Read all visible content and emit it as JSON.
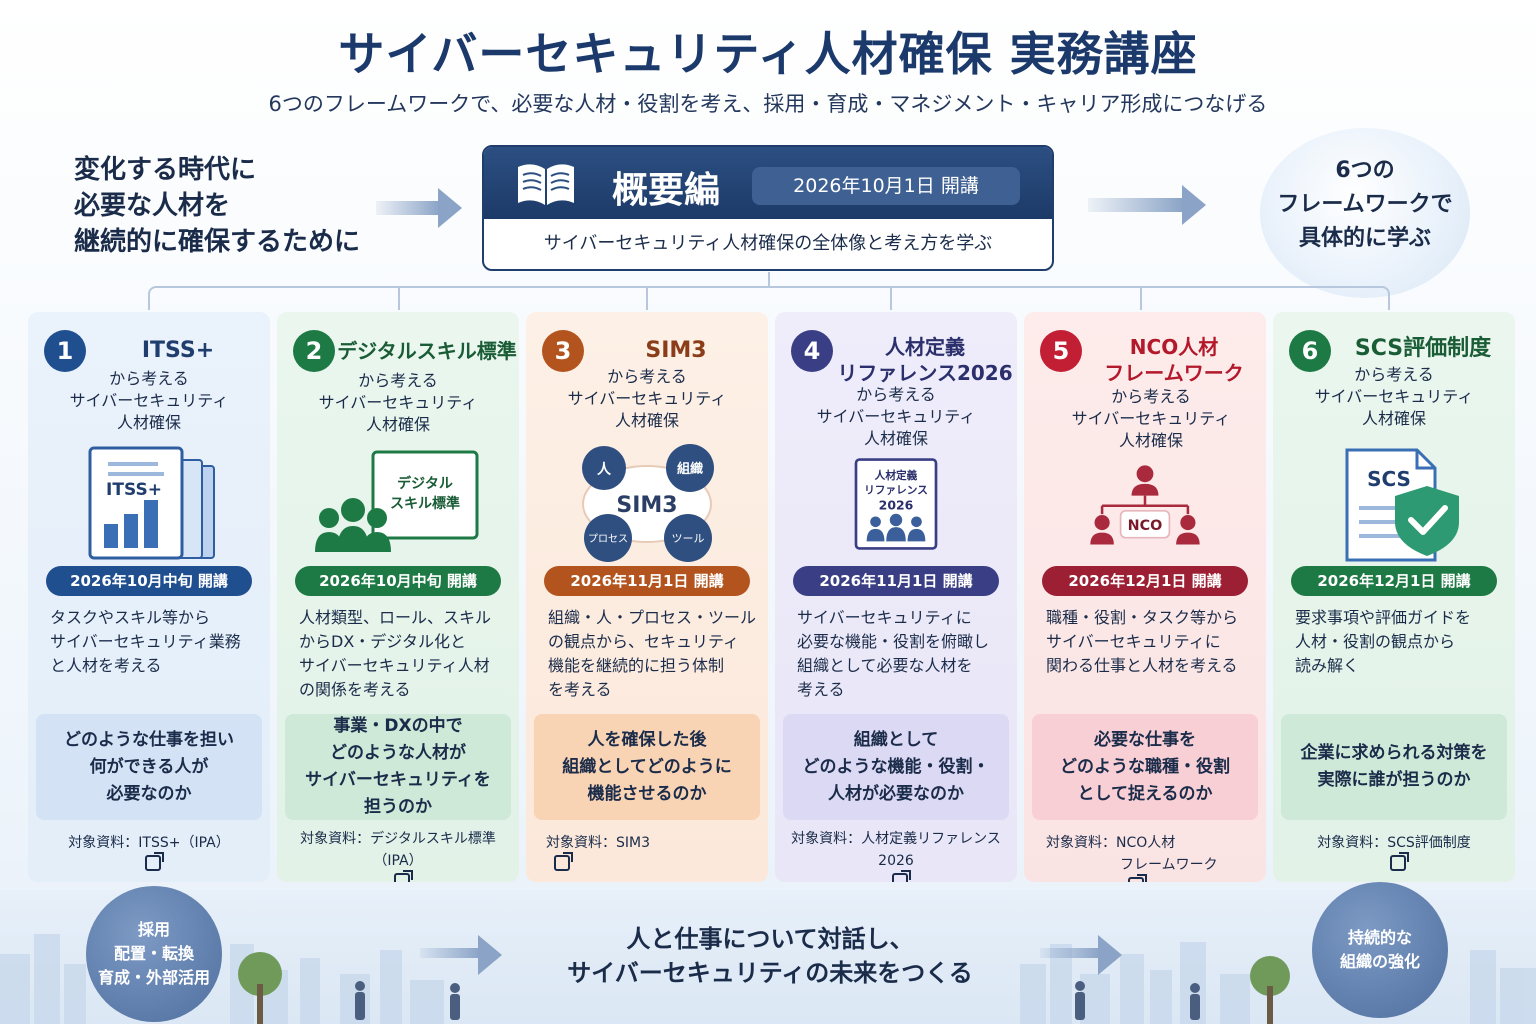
{
  "title": "サイバーセキュリティ人材確保 実務講座",
  "subtitle": "6つのフレームワークで、必要な人材・役割を考え、採用・育成・マネジメント・キャリア形成につなげる",
  "lead": [
    "変化する時代に",
    "必要な人材を",
    "継続的に確保するために"
  ],
  "overview": {
    "name": "概要編",
    "date": "2026年10月1日 開講",
    "desc": "サイバーセキュリティ人材確保の全体像と考え方を学ぶ"
  },
  "bubble": [
    "6つの",
    "フレームワークで",
    "具体的に学ぶ"
  ],
  "cards": [
    {
      "num": "1",
      "name": [
        "ITSS+"
      ],
      "from": [
        "から考える",
        "サイバーセキュリティ",
        "人材確保"
      ],
      "illus_label": "ITSS+",
      "date": "2026年10月中旬 開講",
      "desc": [
        "タスクやスキル等から",
        "サイバーセキュリティ業務",
        "と人材を考える"
      ],
      "question": [
        "どのような仕事を担い",
        "何ができる人が",
        "必要なのか"
      ],
      "source": [
        "対象資料：ITSS+（IPA）"
      ],
      "color": "#1f4f8f"
    },
    {
      "num": "2",
      "name": [
        "デジタルスキル標準"
      ],
      "from": [
        "から考える",
        "サイバーセキュリティ",
        "人材確保"
      ],
      "illus_label": [
        "デジタル",
        "スキル標準"
      ],
      "date": "2026年10月中旬 開講",
      "desc": [
        "人材類型、ロール、スキル",
        "からDX・デジタル化と",
        "サイバーセキュリティ人材",
        "の関係を考える"
      ],
      "question": [
        "事業・DXの中で",
        "どのような人材が",
        "サイバーセキュリティを",
        "担うのか"
      ],
      "source": [
        "対象資料：デジタルスキル標準",
        "（IPA）"
      ],
      "color": "#1e7a45"
    },
    {
      "num": "3",
      "name": [
        "SIM3"
      ],
      "from": [
        "から考える",
        "サイバーセキュリティ",
        "人材確保"
      ],
      "illus_label": {
        "center": "SIM3",
        "a": "人",
        "b": "組織",
        "c": "プロセス",
        "d": "ツール"
      },
      "date": "2026年11月1日 開講",
      "desc": [
        "組織・人・プロセス・ツール",
        "の観点から、セキュリティ",
        "機能を継続的に担う体制",
        "を考える"
      ],
      "question": [
        "人を確保した後",
        "組織としてどのように",
        "機能させるのか"
      ],
      "source": [
        "対象資料：SIM3"
      ],
      "color": "#b3541e"
    },
    {
      "num": "4",
      "name": [
        "人材定義",
        "リファレンス2026"
      ],
      "from": [
        "から考える",
        "サイバーセキュリティ",
        "人材確保"
      ],
      "illus_label": [
        "人材定義",
        "リファレンス",
        "2026"
      ],
      "date": "2026年11月1日 開講",
      "desc": [
        "サイバーセキュリティに",
        "必要な機能・役割を俯瞰し",
        "組織として必要な人材を",
        "考える"
      ],
      "question": [
        "組織として",
        "どのような機能・役割・",
        "人材が必要なのか"
      ],
      "source": [
        "対象資料：人材定義リファレンス",
        "2026"
      ],
      "color": "#3a3f85"
    },
    {
      "num": "5",
      "name": [
        "NCO人材",
        "フレームワーク"
      ],
      "from": [
        "から考える",
        "サイバーセキュリティ",
        "人材確保"
      ],
      "illus_label": "NCO",
      "date": "2026年12月1日 開講",
      "desc": [
        "職種・役割・タスク等から",
        "サイバーセキュリティに",
        "関わる仕事と人材を考える"
      ],
      "question": [
        "必要な仕事を",
        "どのような職種・役割",
        "として捉えるのか"
      ],
      "source": [
        "対象資料：NCO人材",
        "フレームワーク"
      ],
      "color": "#c21f34"
    },
    {
      "num": "6",
      "name": [
        "SCS評価制度"
      ],
      "from": [
        "から考える",
        "サイバーセキュリティ",
        "人材確保"
      ],
      "illus_label": "SCS",
      "date": "2026年12月1日 開講",
      "desc": [
        "要求事項や評価ガイドを",
        "人材・役割の観点から",
        "読み解く"
      ],
      "question": [
        "企業に求められる対策を",
        "実際に誰が担うのか"
      ],
      "source": [
        "対象資料：SCS評価制度"
      ],
      "color": "#1e7a45"
    }
  ],
  "footer": {
    "left": [
      "採用",
      "配置・転換",
      "育成・外部活用"
    ],
    "message": [
      "人と仕事について対話し、",
      "サイバーセキュリティの未来をつくる"
    ],
    "right": [
      "持続的な",
      "組織の強化"
    ]
  },
  "colors": {
    "navy": "#1f3d6d",
    "blue": "#1f4f8f",
    "green": "#1e7a45",
    "orange": "#b3541e",
    "purple": "#3a3f85",
    "red": "#c21f34"
  }
}
